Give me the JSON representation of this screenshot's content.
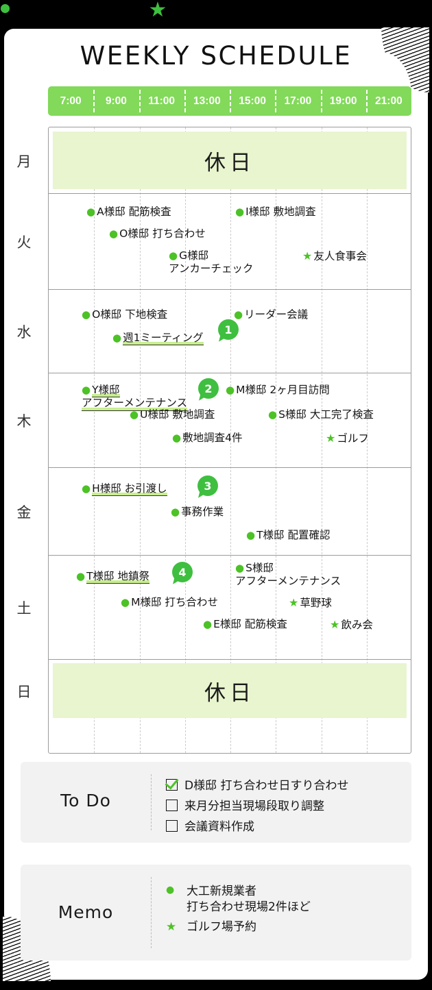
{
  "page": {
    "title": "WEEKLY SCHEDULE",
    "accent_green": "#82D95A",
    "badge_green": "#3FBF3F",
    "rest_band_green": "#E8F5CF",
    "highlight_green": "#C8EE8E"
  },
  "decor": {
    "dot": "dot-shape",
    "star": "★"
  },
  "time_header": [
    "7:00",
    "9:00",
    "11:00",
    "13:00",
    "15:00",
    "17:00",
    "19:00",
    "21:00"
  ],
  "days": [
    {
      "label": "月",
      "rest": true,
      "rest_text": "休日",
      "events": []
    },
    {
      "label": "火",
      "rest": false,
      "events": [
        {
          "marker": "dot",
          "text": "A様邸 配筋検査",
          "highlight": false
        },
        {
          "marker": "dot",
          "text": "I様邸 敷地調査",
          "highlight": false
        },
        {
          "marker": "dot",
          "text": "O様邸 打ち合わせ",
          "highlight": false
        },
        {
          "marker": "dot",
          "text": "G様邸",
          "text_line2": "アンカーチェック",
          "highlight": false
        },
        {
          "marker": "star",
          "text": "友人食事会",
          "highlight": false
        }
      ]
    },
    {
      "label": "水",
      "rest": false,
      "events": [
        {
          "marker": "dot",
          "text": "O様邸 下地検査",
          "highlight": false
        },
        {
          "marker": "dot",
          "text": "リーダー会議",
          "highlight": false
        },
        {
          "marker": "dot",
          "text": "週1ミーティング",
          "highlight": true,
          "badge": "1"
        }
      ]
    },
    {
      "label": "木",
      "rest": false,
      "events": [
        {
          "marker": "dot",
          "text": "Y様邸",
          "text_line2": "アフターメンテナンス",
          "highlight": true,
          "badge": "2"
        },
        {
          "marker": "dot",
          "text": "M様邸 2ヶ月目訪問",
          "highlight": false
        },
        {
          "marker": "dot",
          "text": "U様邸 敷地調査",
          "highlight": false
        },
        {
          "marker": "dot",
          "text": "S様邸 大工完了検査",
          "highlight": false
        },
        {
          "marker": "dot",
          "text": "敷地調査4件",
          "highlight": false
        },
        {
          "marker": "star",
          "text": "ゴルフ",
          "highlight": false
        }
      ]
    },
    {
      "label": "金",
      "rest": false,
      "events": [
        {
          "marker": "dot",
          "text": "H様邸 お引渡し",
          "highlight": true,
          "badge": "3"
        },
        {
          "marker": "dot",
          "text": "事務作業",
          "highlight": false
        },
        {
          "marker": "dot",
          "text": "T様邸 配置確認",
          "highlight": false
        }
      ]
    },
    {
      "label": "土",
      "rest": false,
      "events": [
        {
          "marker": "dot",
          "text": "T様邸 地鎮祭",
          "highlight": true,
          "badge": "4"
        },
        {
          "marker": "dot",
          "text": "S様邸",
          "text_line2": "アフターメンテナンス",
          "highlight": false
        },
        {
          "marker": "dot",
          "text": "M様邸 打ち合わせ",
          "highlight": false
        },
        {
          "marker": "star",
          "text": "草野球",
          "highlight": false
        },
        {
          "marker": "dot",
          "text": "E様邸 配筋検査",
          "highlight": false
        },
        {
          "marker": "star",
          "text": "飲み会",
          "highlight": false
        }
      ]
    },
    {
      "label": "日",
      "rest": true,
      "rest_text": "休日",
      "events": []
    }
  ],
  "todo": {
    "label": "To Do",
    "items": [
      {
        "checked": true,
        "text": "D様邸 打ち合わせ日すり合わせ"
      },
      {
        "checked": false,
        "text": "来月分担当現場段取り調整"
      },
      {
        "checked": false,
        "text": "会議資料作成"
      }
    ]
  },
  "memo": {
    "label": "Memo",
    "items": [
      {
        "marker": "dot",
        "text": "大工新規業者",
        "text_line2": "打ち合わせ現場2件ほど"
      },
      {
        "marker": "star",
        "text": "ゴルフ場予約"
      }
    ]
  }
}
